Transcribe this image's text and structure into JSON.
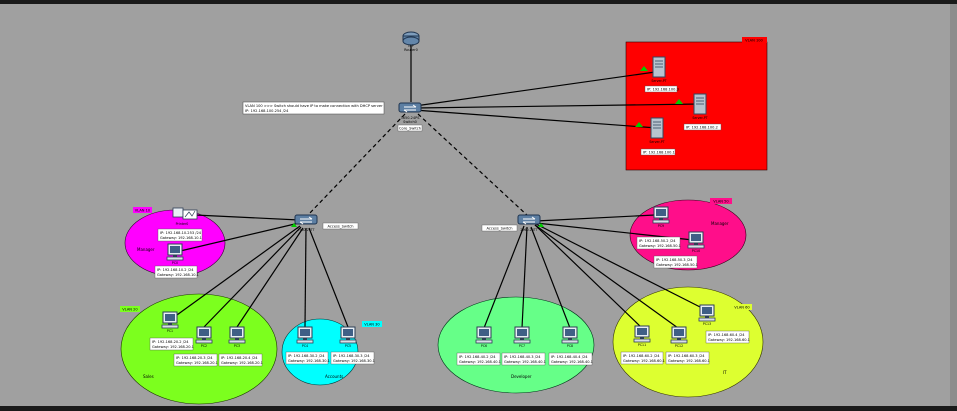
{
  "colors": {
    "frame": "#1a1a1a",
    "workspace": "#a0a0a0",
    "vlan_red": "#ff0000",
    "vlan_magenta": "#ff00ff",
    "vlan_green": "#7cff1e",
    "vlan_cyan": "#00ffff",
    "vlan_mint": "#66ff88",
    "vlan_pink": "#ff0e8a",
    "vlan_yellow": "#ddff30",
    "link": "#000000",
    "port_up": "#00cc00"
  },
  "core": {
    "router_label": "ISP",
    "router_sub": "Router0",
    "switch_model": "3650-24PS",
    "switch_sub": "Switch0",
    "switch_name": "Core_Switch",
    "note_line1": "VLAN 100 >>> Switch should have IP to make connection with DHCP server",
    "note_line2": "IP: 192.168.100.254 /24"
  },
  "servers": {
    "area_tag": "VLAN 100",
    "s1": {
      "label": "Server-PT",
      "ip": "IP: 192.168.100.3"
    },
    "s2": {
      "label": "Server-PT",
      "ip": "IP: 192.168.100.2"
    },
    "s3": {
      "label": "Server-PT",
      "ip": "IP: 192.168.100.1"
    }
  },
  "left_switch": {
    "model": "2960-24TT",
    "name": "Access_Switch"
  },
  "right_switch": {
    "model": "2960-24TT",
    "name": "Access_Switch"
  },
  "vlan_manager_left": {
    "tag": "VLAN 10",
    "name": "Manager",
    "printer": {
      "label": "Printer0",
      "ip": "IP: 192.168.10.253 /24",
      "gw": "Gateway: 192.168.10.1"
    },
    "pc": {
      "label": "PC0",
      "ip": "IP: 192.168.10.2 /24",
      "gw": "Gateway: 192.168.10.1"
    }
  },
  "vlan_sales": {
    "tag": "VLAN 20",
    "name": "Sales",
    "pc1": {
      "label": "PC1",
      "ip": "IP: 192.168.20.2 /24",
      "gw": "Gateway: 192.168.20.1"
    },
    "pc2": {
      "label": "PC2",
      "ip": "IP: 192.168.20.3 /24",
      "gw": "Gateway: 192.168.20.1"
    },
    "pc3": {
      "label": "PC3",
      "ip": "IP: 192.168.20.4 /24",
      "gw": "Gateway: 192.168.20.1"
    }
  },
  "vlan_accounts": {
    "tag": "VLAN 30",
    "name": "Accounts",
    "pc1": {
      "label": "PC4",
      "ip": "IP: 192.168.30.2 /24",
      "gw": "Gateway: 192.168.30.1"
    },
    "pc2": {
      "label": "PC5",
      "ip": "IP: 192.168.30.3 /24",
      "gw": "Gateway: 192.168.30.1"
    }
  },
  "vlan_developer": {
    "name": "Developer",
    "pc1": {
      "label": "PC6",
      "ip": "IP: 192.168.40.2 /24",
      "gw": "Gateway: 192.168.40.1"
    },
    "pc2": {
      "label": "PC7",
      "ip": "IP: 192.168.40.3 /24",
      "gw": "Gateway: 192.168.40.1"
    },
    "pc3": {
      "label": "PC8",
      "ip": "IP: 192.168.40.4 /24",
      "gw": "Gateway: 192.168.40.1"
    }
  },
  "vlan_manager_right": {
    "tag": "VLAN 50",
    "name": "Manager",
    "pc1": {
      "label": "PC9",
      "ip": "IP: 192.168.50.2 /24",
      "gw": "Gateway: 192.168.50.1"
    },
    "pc2": {
      "label": "PC10",
      "ip": "IP: 192.168.50.3 /24",
      "gw": "Gateway: 192.168.50.1"
    }
  },
  "vlan_it": {
    "tag": "VLAN 60",
    "name": "IT",
    "pc1": {
      "label": "PC11",
      "ip": "IP: 192.168.60.2 /24",
      "gw": "Gateway: 192.168.60.1"
    },
    "pc2": {
      "label": "PC12",
      "ip": "IP: 192.168.60.3 /24",
      "gw": "Gateway: 192.168.60.1"
    },
    "pc3": {
      "label": "PC13",
      "ip": "IP: 192.168.60.4 /24",
      "gw": "Gateway: 192.168.60.1"
    }
  }
}
